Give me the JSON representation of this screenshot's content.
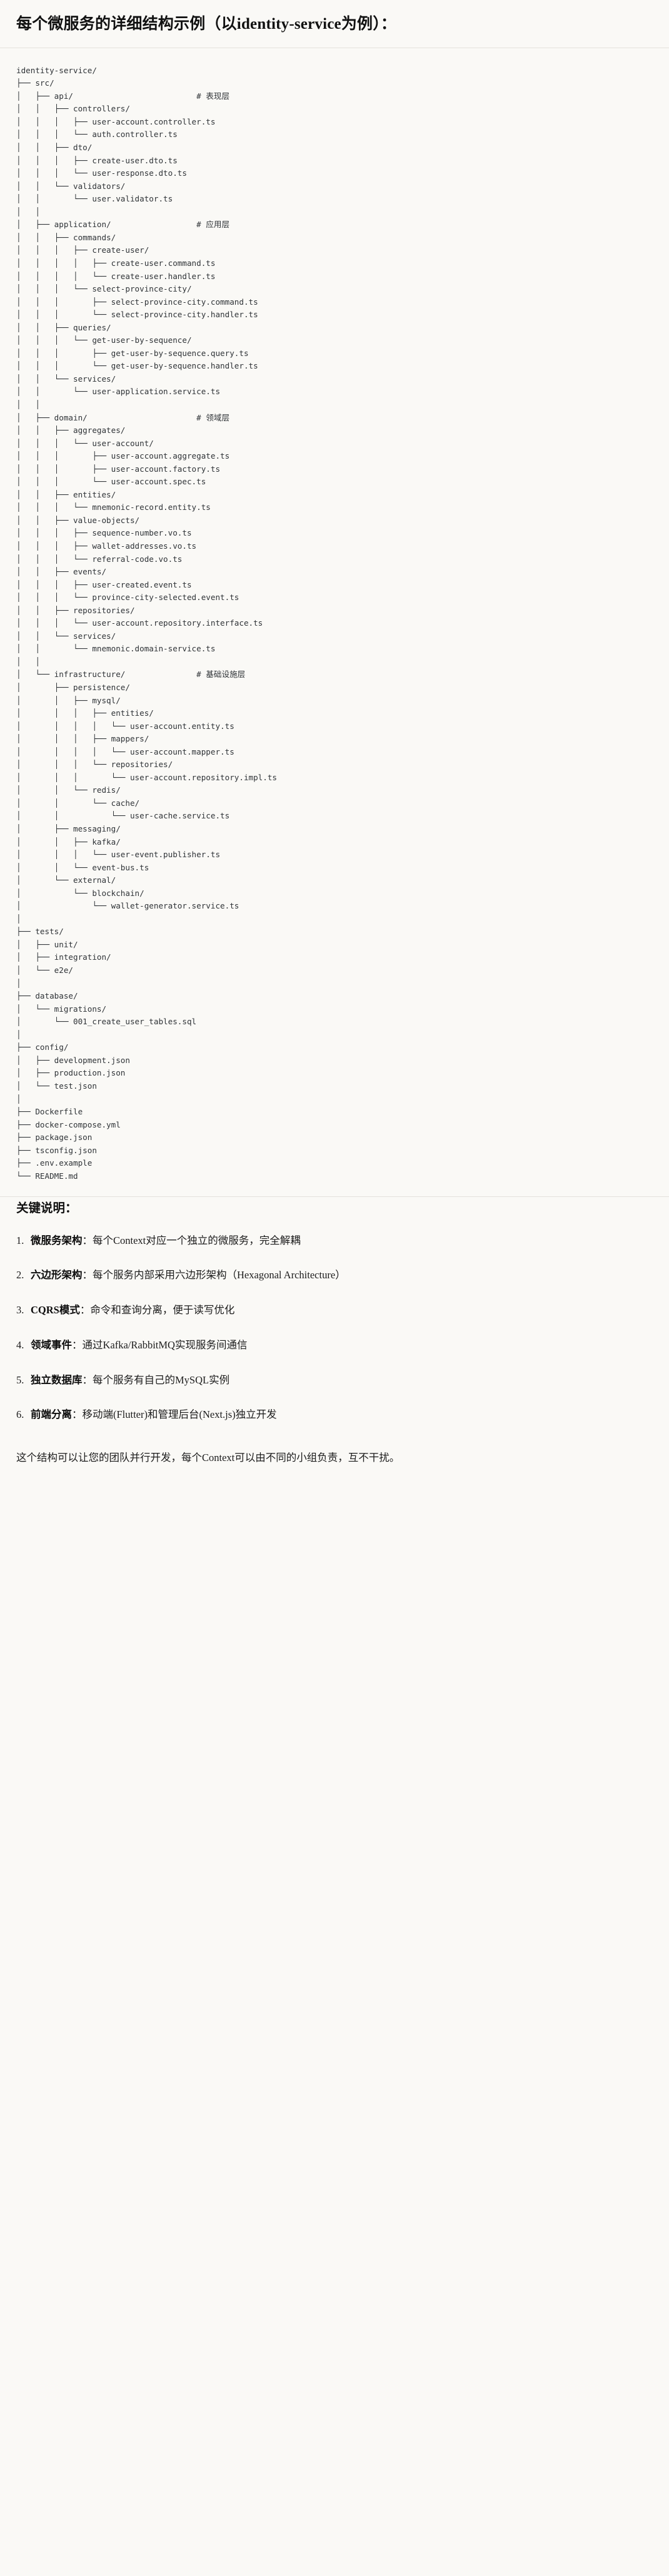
{
  "heading": "每个微服务的详细结构示例（以identity-service为例）：",
  "tree": {
    "root_label": "identity-service/",
    "comment_marker": "#",
    "layer_comments": [
      {
        "path": "src/api/",
        "comment": "# 表现层"
      },
      {
        "path": "src/application/",
        "comment": "# 应用层"
      },
      {
        "path": "src/domain/",
        "comment": "# 领域层"
      },
      {
        "path": "src/infrastructure/",
        "comment": "# 基础设施层"
      }
    ],
    "lines": [
      "identity-service/",
      "├── src/",
      "│   ├── api/                          # 表现层",
      "│   │   ├── controllers/",
      "│   │   │   ├── user-account.controller.ts",
      "│   │   │   └── auth.controller.ts",
      "│   │   ├── dto/",
      "│   │   │   ├── create-user.dto.ts",
      "│   │   │   └── user-response.dto.ts",
      "│   │   └── validators/",
      "│   │       └── user.validator.ts",
      "│   │",
      "│   ├── application/                  # 应用层",
      "│   │   ├── commands/",
      "│   │   │   ├── create-user/",
      "│   │   │   │   ├── create-user.command.ts",
      "│   │   │   │   └── create-user.handler.ts",
      "│   │   │   └── select-province-city/",
      "│   │   │       ├── select-province-city.command.ts",
      "│   │   │       └── select-province-city.handler.ts",
      "│   │   ├── queries/",
      "│   │   │   └── get-user-by-sequence/",
      "│   │   │       ├── get-user-by-sequence.query.ts",
      "│   │   │       └── get-user-by-sequence.handler.ts",
      "│   │   └── services/",
      "│   │       └── user-application.service.ts",
      "│   │",
      "│   ├── domain/                       # 领域层",
      "│   │   ├── aggregates/",
      "│   │   │   └── user-account/",
      "│   │   │       ├── user-account.aggregate.ts",
      "│   │   │       ├── user-account.factory.ts",
      "│   │   │       └── user-account.spec.ts",
      "│   │   ├── entities/",
      "│   │   │   └── mnemonic-record.entity.ts",
      "│   │   ├── value-objects/",
      "│   │   │   ├── sequence-number.vo.ts",
      "│   │   │   ├── wallet-addresses.vo.ts",
      "│   │   │   └── referral-code.vo.ts",
      "│   │   ├── events/",
      "│   │   │   ├── user-created.event.ts",
      "│   │   │   └── province-city-selected.event.ts",
      "│   │   ├── repositories/",
      "│   │   │   └── user-account.repository.interface.ts",
      "│   │   └── services/",
      "│   │       └── mnemonic.domain-service.ts",
      "│   │",
      "│   └── infrastructure/               # 基础设施层",
      "│       ├── persistence/",
      "│       │   ├── mysql/",
      "│       │   │   ├── entities/",
      "│       │   │   │   └── user-account.entity.ts",
      "│       │   │   ├── mappers/",
      "│       │   │   │   └── user-account.mapper.ts",
      "│       │   │   └── repositories/",
      "│       │   │       └── user-account.repository.impl.ts",
      "│       │   └── redis/",
      "│       │       └── cache/",
      "│       │           └── user-cache.service.ts",
      "│       ├── messaging/",
      "│       │   ├── kafka/",
      "│       │   │   └── user-event.publisher.ts",
      "│       │   └── event-bus.ts",
      "│       └── external/",
      "│           └── blockchain/",
      "│               └── wallet-generator.service.ts",
      "│",
      "├── tests/",
      "│   ├── unit/",
      "│   ├── integration/",
      "│   └── e2e/",
      "│",
      "├── database/",
      "│   └── migrations/",
      "│       └── 001_create_user_tables.sql",
      "│",
      "├── config/",
      "│   ├── development.json",
      "│   ├── production.json",
      "│   └── test.json",
      "│",
      "├── Dockerfile",
      "├── docker-compose.yml",
      "├── package.json",
      "├── tsconfig.json",
      "├── .env.example",
      "└── README.md"
    ]
  },
  "notes": {
    "title": "关键说明：",
    "separator": "：",
    "items": [
      {
        "term": "微服务架构",
        "desc": "每个Context对应一个独立的微服务，完全解耦"
      },
      {
        "term": "六边形架构",
        "desc": "每个服务内部采用六边形架构（Hexagonal Architecture）"
      },
      {
        "term": "CQRS模式",
        "desc": "命令和查询分离，便于读写优化"
      },
      {
        "term": "领域事件",
        "desc": "通过Kafka/RabbitMQ实现服务间通信"
      },
      {
        "term": "独立数据库",
        "desc": "每个服务有自己的MySQL实例"
      },
      {
        "term": "前端分离",
        "desc": "移动端(Flutter)和管理后台(Next.js)独立开发"
      }
    ]
  },
  "closing": "这个结构可以让您的团队并行开发，每个Context可以由不同的小组负责，互不干扰。"
}
